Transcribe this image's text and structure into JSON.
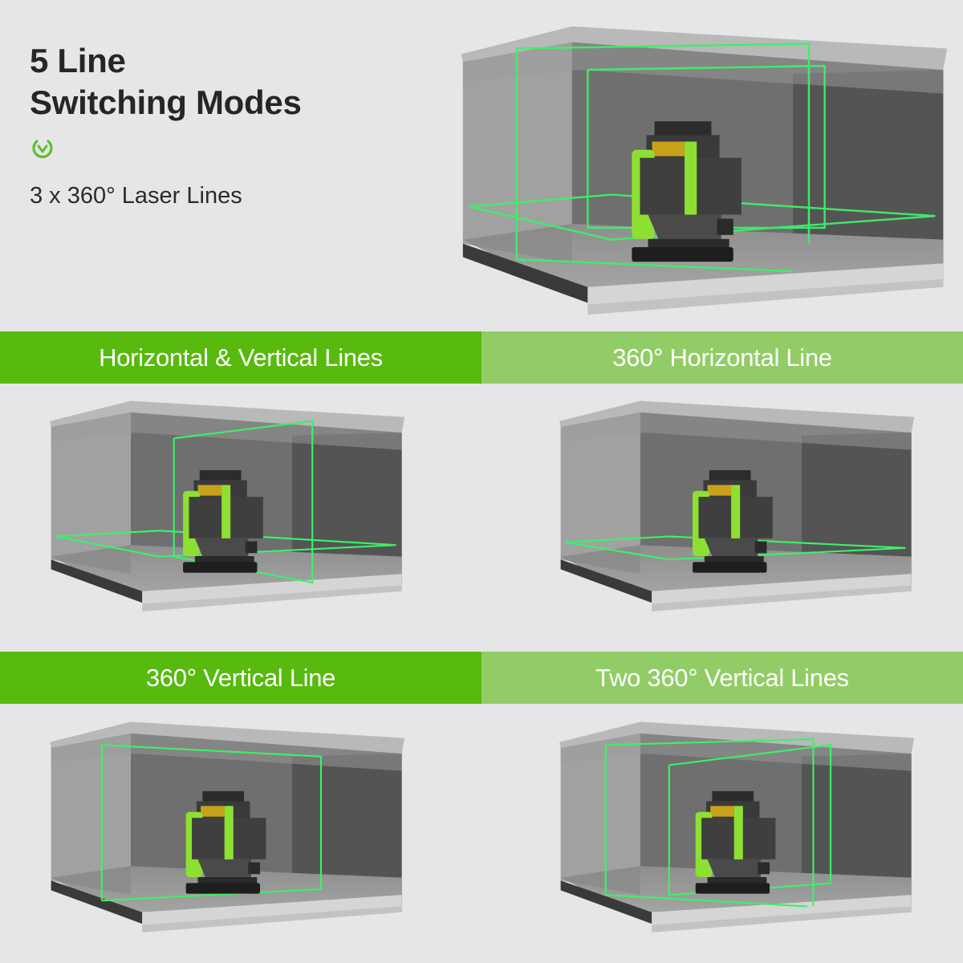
{
  "header": {
    "title_line1": "5 Line",
    "title_line2": "Switching Modes",
    "icon": "check-circle-icon",
    "subtitle": "3 x 360° Laser Lines"
  },
  "colors": {
    "background": "#e6e6e8",
    "band_primary": "#58b90f",
    "band_secondary": "#92cc66",
    "laser": "#3df06a",
    "device_green": "#8de033",
    "title_text": "#262626"
  },
  "modes": [
    {
      "label": "Horizontal & Vertical Lines",
      "scene": "horizontal-and-vertical"
    },
    {
      "label": "360° Horizontal Line",
      "scene": "horizontal-only"
    },
    {
      "label": "360° Vertical Line",
      "scene": "single-vertical"
    },
    {
      "label": "Two 360° Vertical Lines",
      "scene": "two-vertical"
    }
  ],
  "hero_scene": "all-lines"
}
